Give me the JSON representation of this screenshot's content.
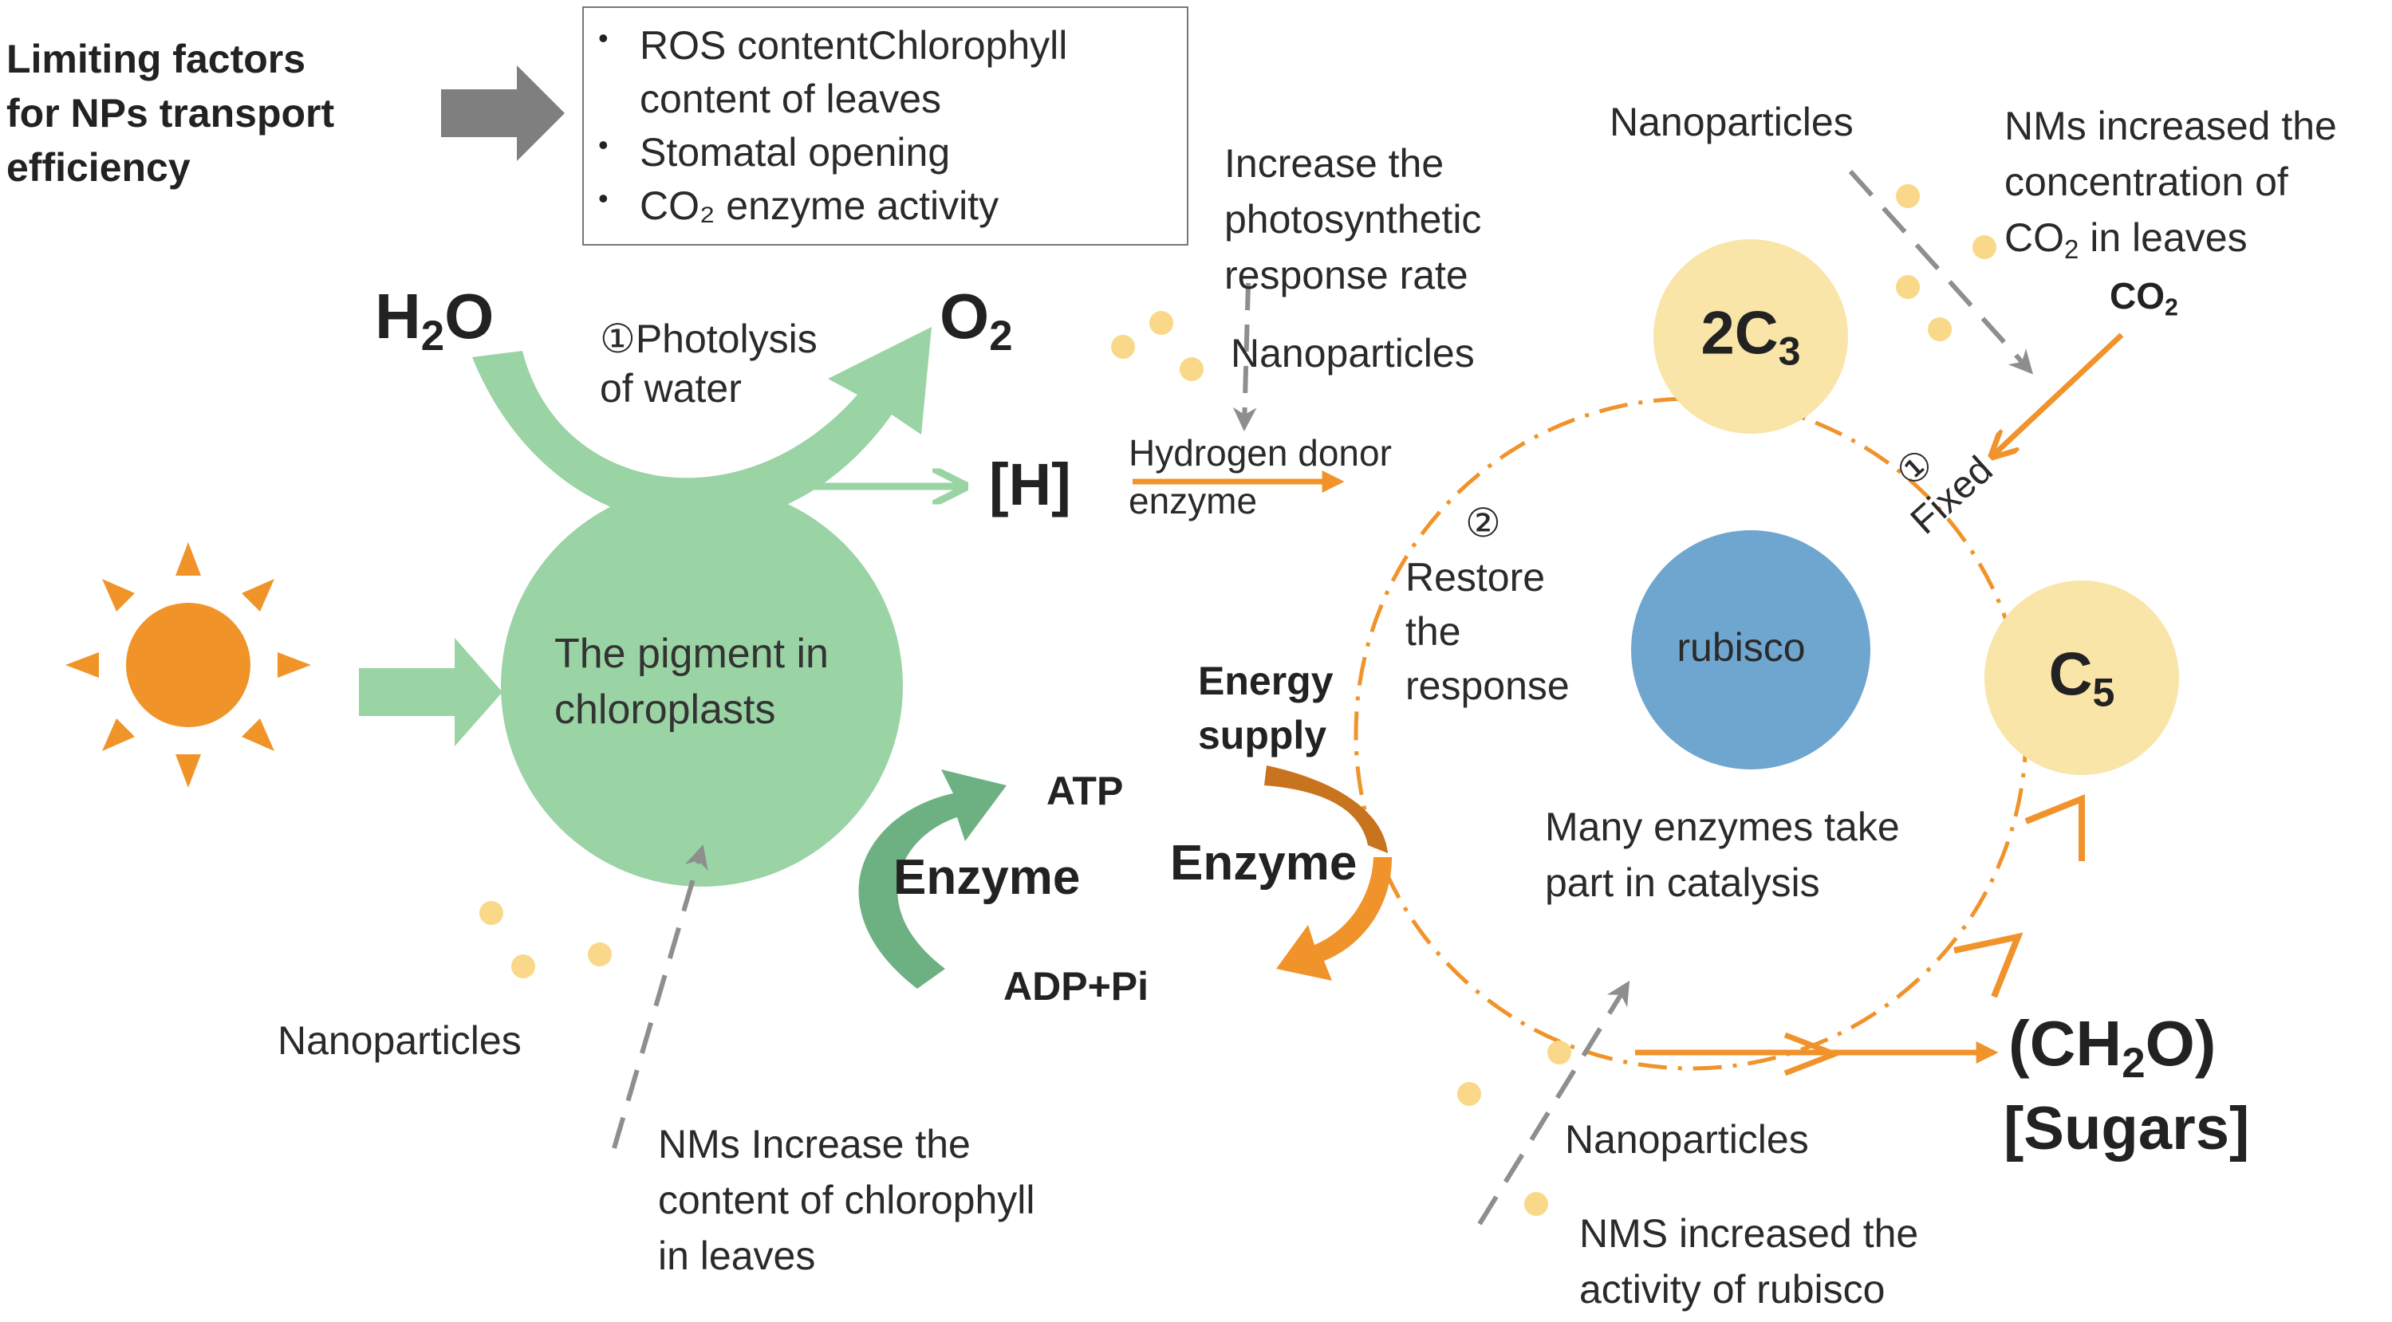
{
  "limiting_title_lines": [
    "Limiting factors",
    "for NPs transport",
    "efficiency"
  ],
  "factors": [
    "ROS contentChlorophyll content of leaves",
    "Stomatal opening",
    "CO₂ enzyme activity"
  ],
  "h2o": {
    "main": "H",
    "sub": "2",
    "tail": "O"
  },
  "o2": {
    "main": "O",
    "sub": "2"
  },
  "photolysis_lines": [
    "①Photolysis",
    "of water"
  ],
  "h_label": "[H]",
  "pigment_lines": [
    "The pigment in",
    "chloroplasts"
  ],
  "atp": "ATP",
  "enzyme_left": "Enzyme",
  "adp": "ADP+Pi",
  "nano_left": "Nanoparticles",
  "nms_chlorophyll_lines": [
    "NMs Increase the",
    "content of chlorophyll",
    "in leaves"
  ],
  "increase_rate_lines": [
    "Increase the",
    "photosynthetic",
    "response rate"
  ],
  "nano_top_mid": "Nanoparticles",
  "hydrogen_donor_lines": [
    "Hydrogen donor",
    "enzyme"
  ],
  "energy_supply_lines": [
    "Energy",
    "supply"
  ],
  "enzyme_mid": "Enzyme",
  "restore_lines": [
    "②",
    "Restore",
    "the",
    "response"
  ],
  "c3": {
    "main": "2C",
    "sub": "3"
  },
  "rubisco": "rubisco",
  "c5": {
    "main": "C",
    "sub": "5"
  },
  "fixed_lines": [
    "①",
    "Fixed"
  ],
  "nano_top_right": "Nanoparticles",
  "nms_co2_lines": [
    "NMs increased the",
    "concentration of"
  ],
  "nms_co2_last": {
    "main": "CO",
    "sub": "2",
    "tail": " in leaves"
  },
  "co2_label": {
    "main": "CO",
    "sub": "2"
  },
  "many_enzymes_lines": [
    "Many enzymes take",
    "part in catalysis"
  ],
  "ch2o": {
    "open": "(CH",
    "sub": "2",
    "close": "O)"
  },
  "sugars": "[Sugars]",
  "nano_bottom": "Nanoparticles",
  "nms_rubisco_lines": [
    "NMS increased the",
    "activity of rubisco"
  ],
  "colors": {
    "green_light": "#9ad3a4",
    "green_dark": "#6db082",
    "orange": "#f0932b",
    "orange_dark": "#c8731e",
    "sun": "#f0942a",
    "cream": "#f9e5a8",
    "dot": "#f9d889",
    "rubisco_blue": "#6fa6cf",
    "gray_arrow": "#7f7f7f",
    "dash_gray": "#8e8e8e"
  }
}
